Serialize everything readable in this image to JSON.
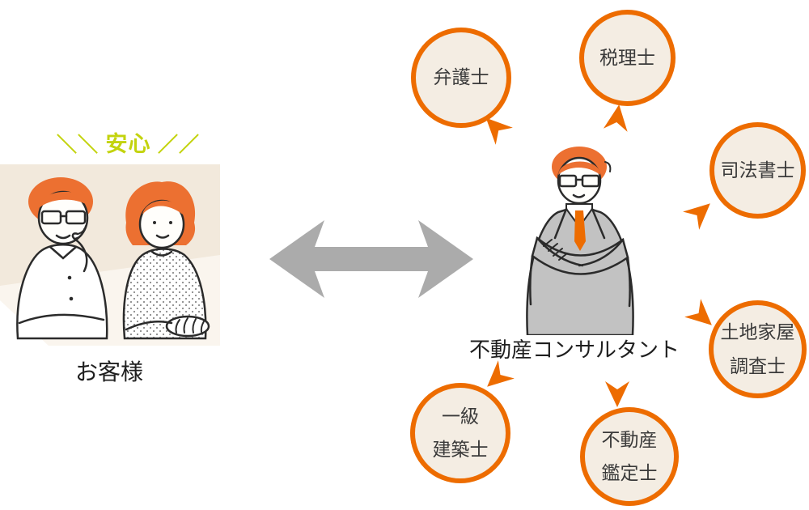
{
  "reassurance": {
    "slash_left": "＼＼",
    "text": "安心",
    "slash_right": "／／",
    "color": "#c3d30e"
  },
  "customers": {
    "label": "お客様"
  },
  "consultant": {
    "label": "不動産コンサルタント"
  },
  "specialists": [
    {
      "id": "lawyer",
      "lines": [
        "弁護士"
      ]
    },
    {
      "id": "tax",
      "lines": [
        "税理士"
      ]
    },
    {
      "id": "scrivener",
      "lines": [
        "司法書士"
      ]
    },
    {
      "id": "surveyor",
      "lines": [
        "土地家屋",
        "調査士"
      ]
    },
    {
      "id": "architect",
      "lines": [
        "一級",
        "建築士"
      ]
    },
    {
      "id": "appraiser",
      "lines": [
        "不動産",
        "鑑定士"
      ]
    }
  ],
  "colors": {
    "accent_orange": "#ED6C00",
    "circle_fill": "#F4EDE3",
    "arrow_gray": "#ABABAB",
    "reassurance_green": "#C3D30E",
    "hair_orange": "#EC7031",
    "illustration_bg": "#F2E9DC"
  },
  "icons": {
    "double_arrow": "bidirectional-arrow",
    "pointer_arrow": "notched-pointer-arrow"
  }
}
